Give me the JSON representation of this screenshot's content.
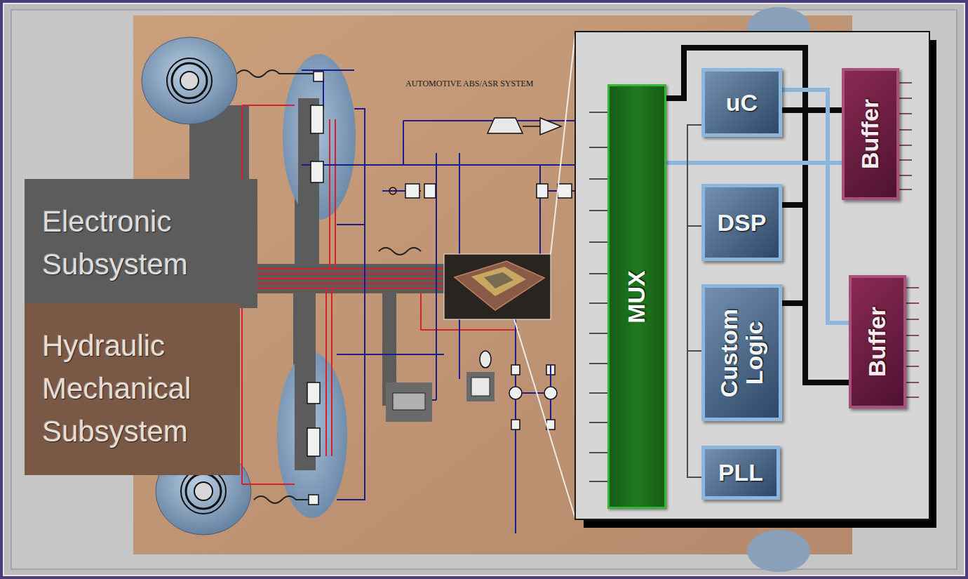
{
  "diagram": {
    "nodes": [
      {
        "text": [
          "Electronic Subsystem"
        ]
      },
      {
        "text": [
          "Hydraulic Mechanical Subsystem"
        ]
      },
      {
        "text": [
          "MUX"
        ]
      },
      {
        "text": [
          "uC"
        ]
      },
      {
        "text": [
          "DSP"
        ]
      },
      {
        "text": [
          "Custom Logic"
        ]
      },
      {
        "text": [
          "PLL"
        ]
      },
      {
        "text": [
          "Buffer"
        ]
      },
      {
        "text": [
          "Buffer"
        ]
      }
    ],
    "edges": [
      {
        "from": 2,
        "to": 8,
        "arrow": "none"
      },
      {
        "from": 3,
        "to": 7,
        "arrow": "none"
      },
      {
        "from": 4,
        "to": 8,
        "arrow": "none"
      },
      {
        "from": 5,
        "to": 8,
        "arrow": "none"
      },
      {
        "from": 3,
        "to": 8,
        "arrow": "none"
      },
      {
        "from": 2,
        "to": 7,
        "arrow": "none"
      },
      {
        "from": 6,
        "to": 3,
        "arrow": "none"
      },
      {
        "from": 6,
        "to": 4,
        "arrow": "none"
      },
      {
        "from": 6,
        "to": 5,
        "arrow": "none"
      }
    ],
    "labels": [
      "AUTOMOTIVE ABS/ASR SYSTEM"
    ]
  }
}
